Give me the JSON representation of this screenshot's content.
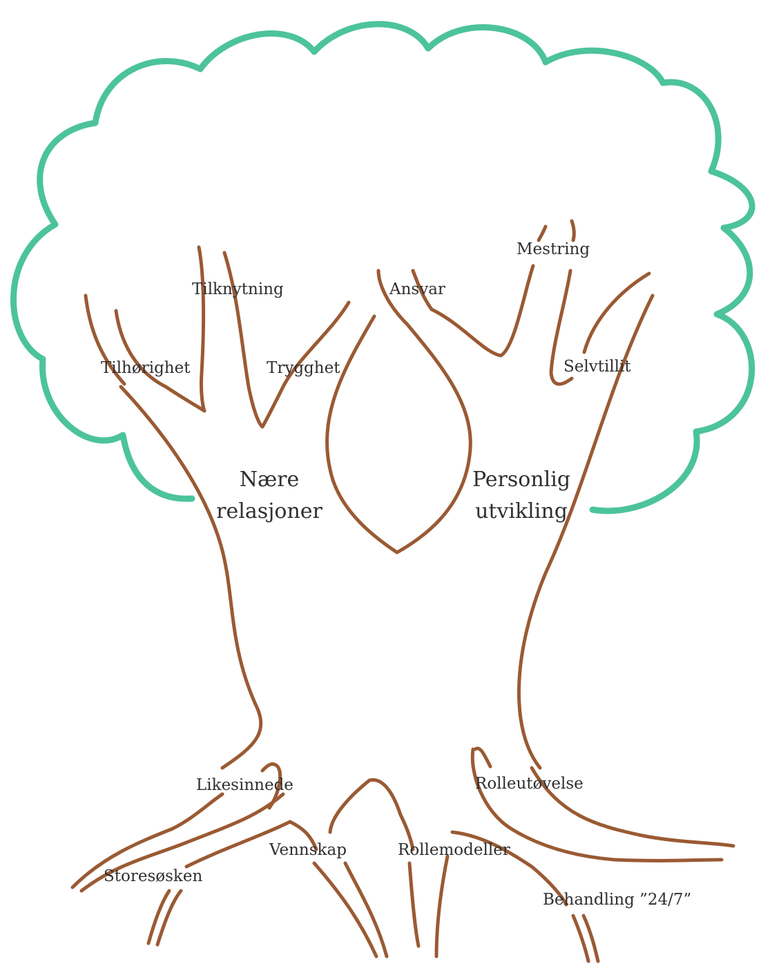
{
  "diagram": {
    "colors": {
      "crown_outline": "#4cc39c",
      "trunk": "#9a5a33",
      "text": "#2f2f2f",
      "background": "#ffffff"
    },
    "trunk_groups": {
      "left_line1": "Nære",
      "left_line2": "relasjoner",
      "right_line1": "Personlig",
      "right_line2": "utvikling"
    },
    "branches": {
      "tilknytning": "Tilknytning",
      "tilhorighet": "Tilhørighet",
      "trygghet": "Trygghet",
      "ansvar": "Ansvar",
      "mestring": "Mestring",
      "selvtillit": "Selvtillit"
    },
    "roots": {
      "likesinnede": "Likesinnede",
      "storesosken": "Storesøsken",
      "vennskap": "Vennskap",
      "rollemodeller": "Rollemodeller",
      "rolleutovelse": "Rolleutøvelse",
      "behandling": "Behandling ”24/7”"
    }
  }
}
